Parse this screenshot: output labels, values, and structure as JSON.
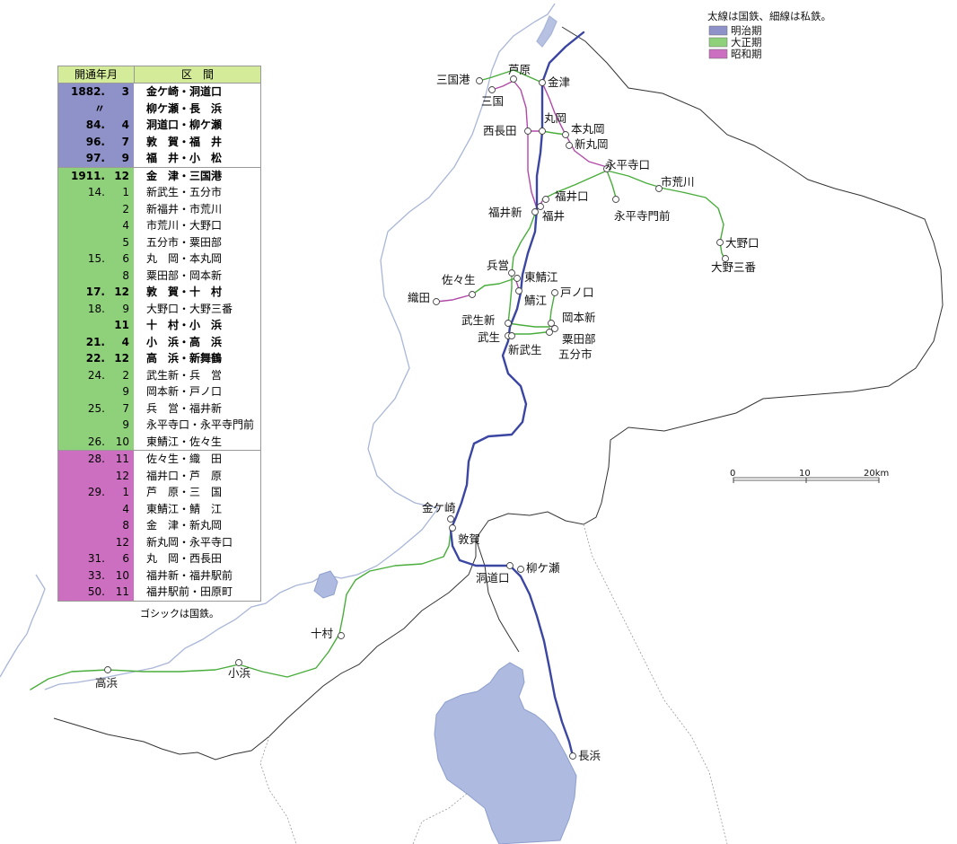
{
  "legend": {
    "note": "太線は国鉄、細線は私鉄。",
    "items": [
      {
        "label": "明治期",
        "color": "#8e92c9"
      },
      {
        "label": "大正期",
        "color": "#8fd17a"
      },
      {
        "label": "昭和期",
        "color": "#cc6fc0"
      }
    ]
  },
  "scale": {
    "t0": "0",
    "t1": "10",
    "t2": "20km"
  },
  "stations": {
    "mikuniko": "三国港",
    "ashihara": "芦原",
    "mikuni": "三国",
    "kanazu": "金津",
    "maruoka": "丸岡",
    "nishinagata": "西長田",
    "honmaruoka": "本丸岡",
    "shinmaruoka": "新丸岡",
    "eiheijiguchi": "永平寺口",
    "ichiarakawa": "市荒川",
    "fukuiguchi": "福井口",
    "fukuishin": "福井新",
    "fukui": "福井",
    "eiheijimonzen": "永平寺門前",
    "onoguchi": "大野口",
    "onosanban": "大野三番",
    "sasou": "佐々生",
    "hyogo": "兵営",
    "higashisabae": "東鯖江",
    "oda": "織田",
    "sabae": "鯖江",
    "tonokuchi": "戸ノ口",
    "takefushin": "武生新",
    "okamotoshin": "岡本新",
    "takefu": "武生",
    "shintakefu": "新武生",
    "awatabe": "粟田部",
    "gobuichi": "五分市",
    "kanegasaki": "金ケ崎",
    "tsuruga": "敦賀",
    "horadoguchi": "洞道口",
    "yanagase": "柳ケ瀬",
    "jumura": "十村",
    "takahama": "高浜",
    "obama": "小浜",
    "nagahama": "長浜"
  },
  "table": {
    "header": {
      "col1": "開通年月",
      "col2": "区　間"
    },
    "groups": [
      {
        "era": "meiji",
        "rows": [
          {
            "year": "1882.",
            "month": "3",
            "route": "金ケ崎・洞道口",
            "bold": true
          },
          {
            "year": "〃",
            "month": "",
            "route": "柳ケ瀬・長　浜",
            "bold": true
          },
          {
            "year": "84.",
            "month": "4",
            "route": "洞道口・柳ケ瀬",
            "bold": true
          },
          {
            "year": "96.",
            "month": "7",
            "route": "敦　賀・福　井",
            "bold": true
          },
          {
            "year": "97.",
            "month": "9",
            "route": "福　井・小　松",
            "bold": true
          }
        ]
      },
      {
        "era": "taisho",
        "rows": [
          {
            "year": "1911.",
            "month": "12",
            "route": "金　津・三国港",
            "bold": true
          },
          {
            "year": "14.",
            "month": "1",
            "route": "新武生・五分市",
            "bold": false
          },
          {
            "year": "",
            "month": "2",
            "route": "新福井・市荒川",
            "bold": false
          },
          {
            "year": "",
            "month": "4",
            "route": "市荒川・大野口",
            "bold": false
          },
          {
            "year": "",
            "month": "5",
            "route": "五分市・粟田部",
            "bold": false
          },
          {
            "year": "15.",
            "month": "6",
            "route": "丸　岡・本丸岡",
            "bold": false
          },
          {
            "year": "",
            "month": "8",
            "route": "粟田部・岡本新",
            "bold": false
          },
          {
            "year": "17.",
            "month": "12",
            "route": "敦　賀・十　村",
            "bold": true
          },
          {
            "year": "18.",
            "month": "9",
            "route": "大野口・大野三番",
            "bold": false
          },
          {
            "year": "",
            "month": "11",
            "route": "十　村・小　浜",
            "bold": true
          },
          {
            "year": "21.",
            "month": "4",
            "route": "小　浜・高　浜",
            "bold": true
          },
          {
            "year": "22.",
            "month": "12",
            "route": "高　浜・新舞鶴",
            "bold": true
          },
          {
            "year": "24.",
            "month": "2",
            "route": "武生新・兵　営",
            "bold": false
          },
          {
            "year": "",
            "month": "9",
            "route": "岡本新・戸ノ口",
            "bold": false
          },
          {
            "year": "25.",
            "month": "7",
            "route": "兵　営・福井新",
            "bold": false
          },
          {
            "year": "",
            "month": "9",
            "route": "永平寺口・永平寺門前",
            "bold": false
          },
          {
            "year": "26.",
            "month": "10",
            "route": "東鯖江・佐々生",
            "bold": false
          }
        ]
      },
      {
        "era": "showa",
        "rows": [
          {
            "year": "28.",
            "month": "11",
            "route": "佐々生・織　田",
            "bold": false
          },
          {
            "year": "",
            "month": "12",
            "route": "福井口・芦　原",
            "bold": false
          },
          {
            "year": "29.",
            "month": "1",
            "route": "芦　原・三　国",
            "bold": false
          },
          {
            "year": "",
            "month": "4",
            "route": "東鯖江・鯖　江",
            "bold": false
          },
          {
            "year": "",
            "month": "8",
            "route": "金　津・新丸岡",
            "bold": false
          },
          {
            "year": "",
            "month": "12",
            "route": "新丸岡・永平寺口",
            "bold": false
          },
          {
            "year": "31.",
            "month": "6",
            "route": "丸　岡・西長田",
            "bold": false
          },
          {
            "year": "33.",
            "month": "10",
            "route": "福井新・福井駅前",
            "bold": false
          },
          {
            "year": "50.",
            "month": "11",
            "route": "福井駅前・田原町",
            "bold": false
          }
        ]
      }
    ],
    "footnote": "ゴシックは国鉄。"
  }
}
